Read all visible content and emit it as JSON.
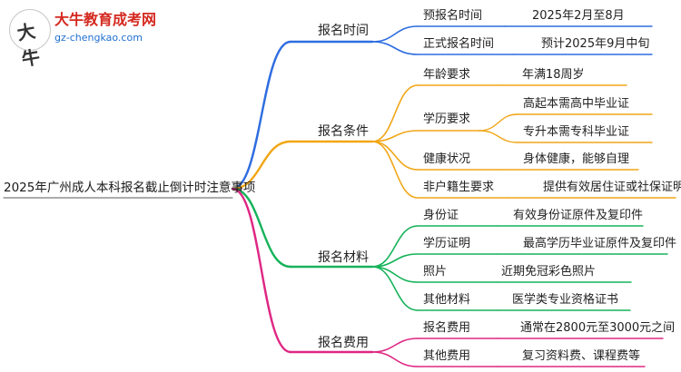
{
  "logo": {
    "mark_text": "大牛",
    "title": "大牛教育成考网",
    "url": "gz-chengkao.com"
  },
  "root": {
    "label": "2025年广州成人本科报名截止倒计时注意事项"
  },
  "colors": {
    "time": "#2e6de0",
    "condition": "#f1a615",
    "material": "#16b35a",
    "fee": "#df2784",
    "root_line": "#7a7a7a"
  },
  "branches": [
    {
      "key": "time",
      "label": "报名时间",
      "children": [
        {
          "label": "预报名时间",
          "value": "2025年2月至8月"
        },
        {
          "label": "正式报名时间",
          "value": "预计2025年9月中旬"
        }
      ]
    },
    {
      "key": "condition",
      "label": "报名条件",
      "children": [
        {
          "label": "年龄要求",
          "value": "年满18周岁"
        },
        {
          "label": "学历要求",
          "values": [
            "高起本需高中毕业证",
            "专升本需专科毕业证"
          ]
        },
        {
          "label": "健康状况",
          "value": "身体健康，能够自理"
        },
        {
          "label": "非户籍生要求",
          "value": "提供有效居住证或社保证明"
        }
      ]
    },
    {
      "key": "material",
      "label": "报名材料",
      "children": [
        {
          "label": "身份证",
          "value": "有效身份证原件及复印件"
        },
        {
          "label": "学历证明",
          "value": "最高学历毕业证原件及复印件"
        },
        {
          "label": "照片",
          "value": "近期免冠彩色照片"
        },
        {
          "label": "其他材料",
          "value": "医学类专业资格证书"
        }
      ]
    },
    {
      "key": "fee",
      "label": "报名费用",
      "children": [
        {
          "label": "报名费用",
          "value": "通常在2800元至3000元之间"
        },
        {
          "label": "其他费用",
          "value": "复习资料费、课程费等"
        }
      ]
    }
  ]
}
